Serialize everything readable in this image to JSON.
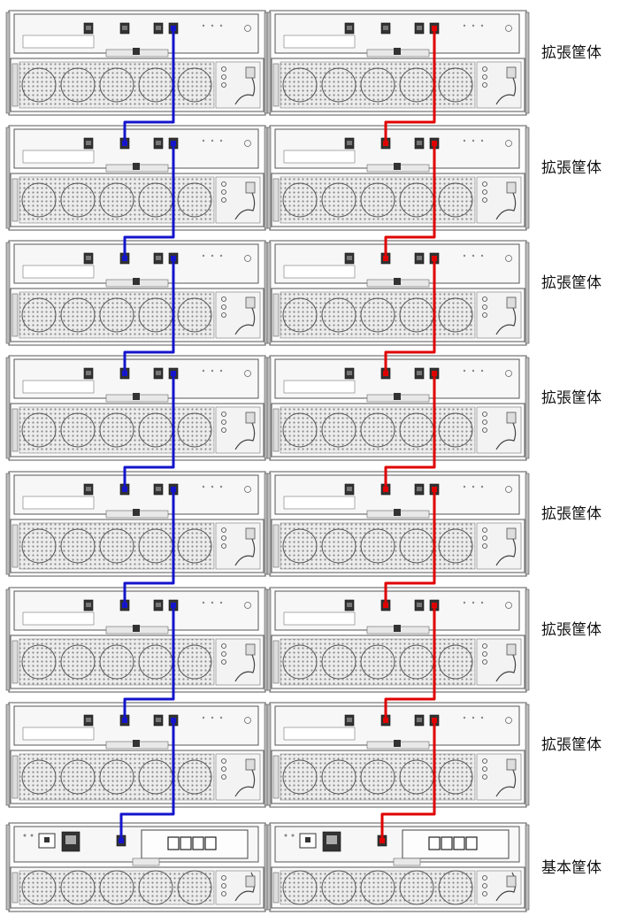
{
  "enclosures": [
    {
      "label": "拡張筐体",
      "kind": "expansion"
    },
    {
      "label": "拡張筐体",
      "kind": "expansion"
    },
    {
      "label": "拡張筐体",
      "kind": "expansion"
    },
    {
      "label": "拡張筐体",
      "kind": "expansion"
    },
    {
      "label": "拡張筐体",
      "kind": "expansion"
    },
    {
      "label": "拡張筐体",
      "kind": "expansion"
    },
    {
      "label": "拡張筐体",
      "kind": "expansion"
    },
    {
      "label": "基本筐体",
      "kind": "base"
    }
  ],
  "cables": {
    "left_color": "#1414cc",
    "right_color": "#e00000"
  }
}
